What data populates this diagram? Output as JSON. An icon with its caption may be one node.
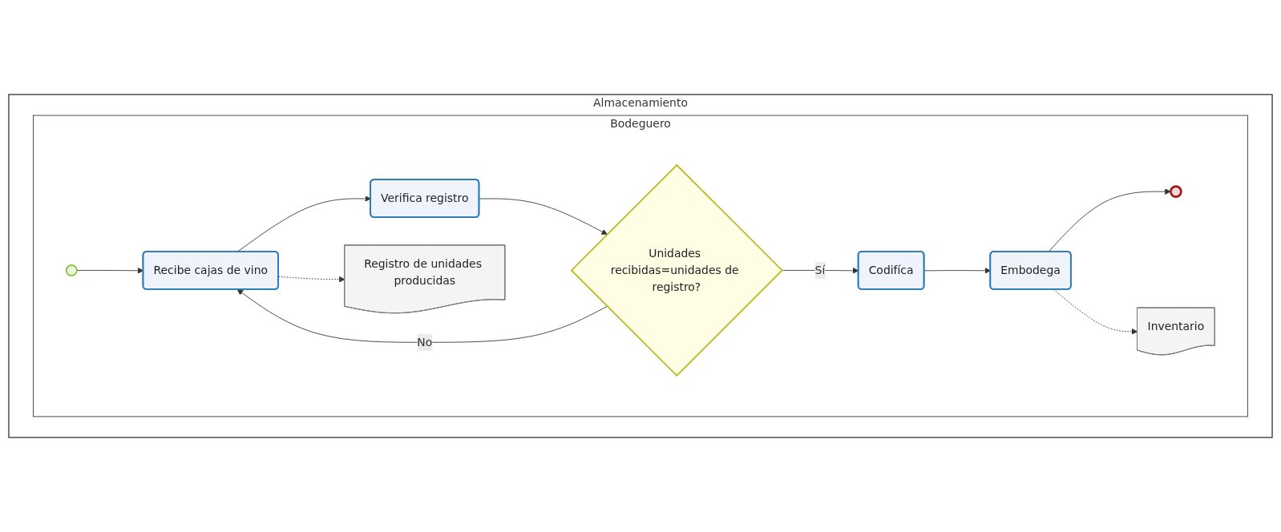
{
  "diagram": {
    "nodes": [
      {
        "text": [
          "Almacenamiento"
        ]
      },
      {
        "text": [
          "Bodeguero"
        ],
        "in": 0
      },
      {
        "text": [],
        "shape": "circle",
        "in": 1
      },
      {
        "text": [
          "Recibe cajas de vino"
        ],
        "in": 1
      },
      {
        "text": [
          "Verifica registro"
        ],
        "in": 1
      },
      {
        "text": [
          "Unidades recibidas=unidades de registro?"
        ],
        "in": 1
      },
      {
        "text": [
          "Codifíca"
        ],
        "in": 1
      },
      {
        "text": [
          "Embodega"
        ],
        "in": 1
      },
      {
        "text": [],
        "shape": "circle",
        "in": 1
      },
      {
        "text": [
          "Registro de unidades producidas"
        ],
        "in": 1
      },
      {
        "text": [
          "Inventario"
        ],
        "in": 1
      }
    ],
    "edges": [
      {
        "from": 2,
        "to": 3,
        "arrow": "to"
      },
      {
        "from": 3,
        "to": 4,
        "arrow": "to"
      },
      {
        "from": 4,
        "to": 5,
        "arrow": "to"
      },
      {
        "from": 5,
        "to": 6,
        "arrow": "to",
        "label": "Sí"
      },
      {
        "from": 6,
        "to": 7,
        "arrow": "to"
      },
      {
        "from": 7,
        "to": 8,
        "arrow": "to"
      },
      {
        "from": 5,
        "to": 3,
        "arrow": "to",
        "label": "No"
      },
      {
        "from": 3,
        "to": 9,
        "arrow": "to",
        "style": "dashed"
      },
      {
        "from": 7,
        "to": 10,
        "arrow": "to",
        "style": "dashed"
      }
    ]
  }
}
